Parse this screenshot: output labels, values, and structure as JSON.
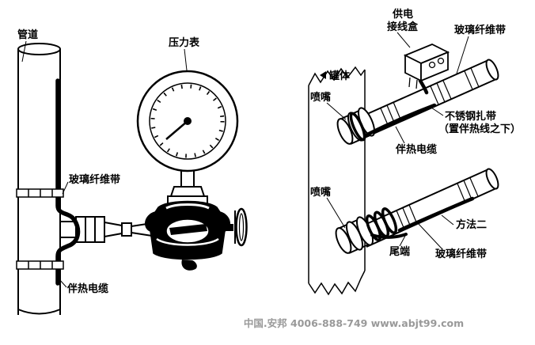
{
  "page": {
    "watermark_text": "中国.安邦 4006-888-749 www.abjt99.com",
    "colors": {
      "background": "#ffffff",
      "line": "#000000",
      "watermark": "#999999"
    }
  },
  "left_diagram": {
    "labels": {
      "pipe": "管道",
      "pressure_gauge": "压力表",
      "fiberglass_tape": "玻璃纤维带",
      "heat_trace_cable": "伴热电缆"
    }
  },
  "right_diagram": {
    "labels": {
      "power_box_line1": "供电",
      "power_box_line2": "接线盒",
      "tank": "罐体",
      "fiberglass_tape_top": "玻璃纤维带",
      "nozzle_top": "喷嘴",
      "stainless_tie_line1": "不锈钢扎带",
      "stainless_tie_line2": "（置伴热线之下）",
      "heat_trace_cable": "伴热电缆",
      "nozzle_bottom": "喷嘴",
      "method_two": "方法二",
      "tail_end": "尾端",
      "fiberglass_tape_bottom": "玻璃纤维带"
    }
  }
}
